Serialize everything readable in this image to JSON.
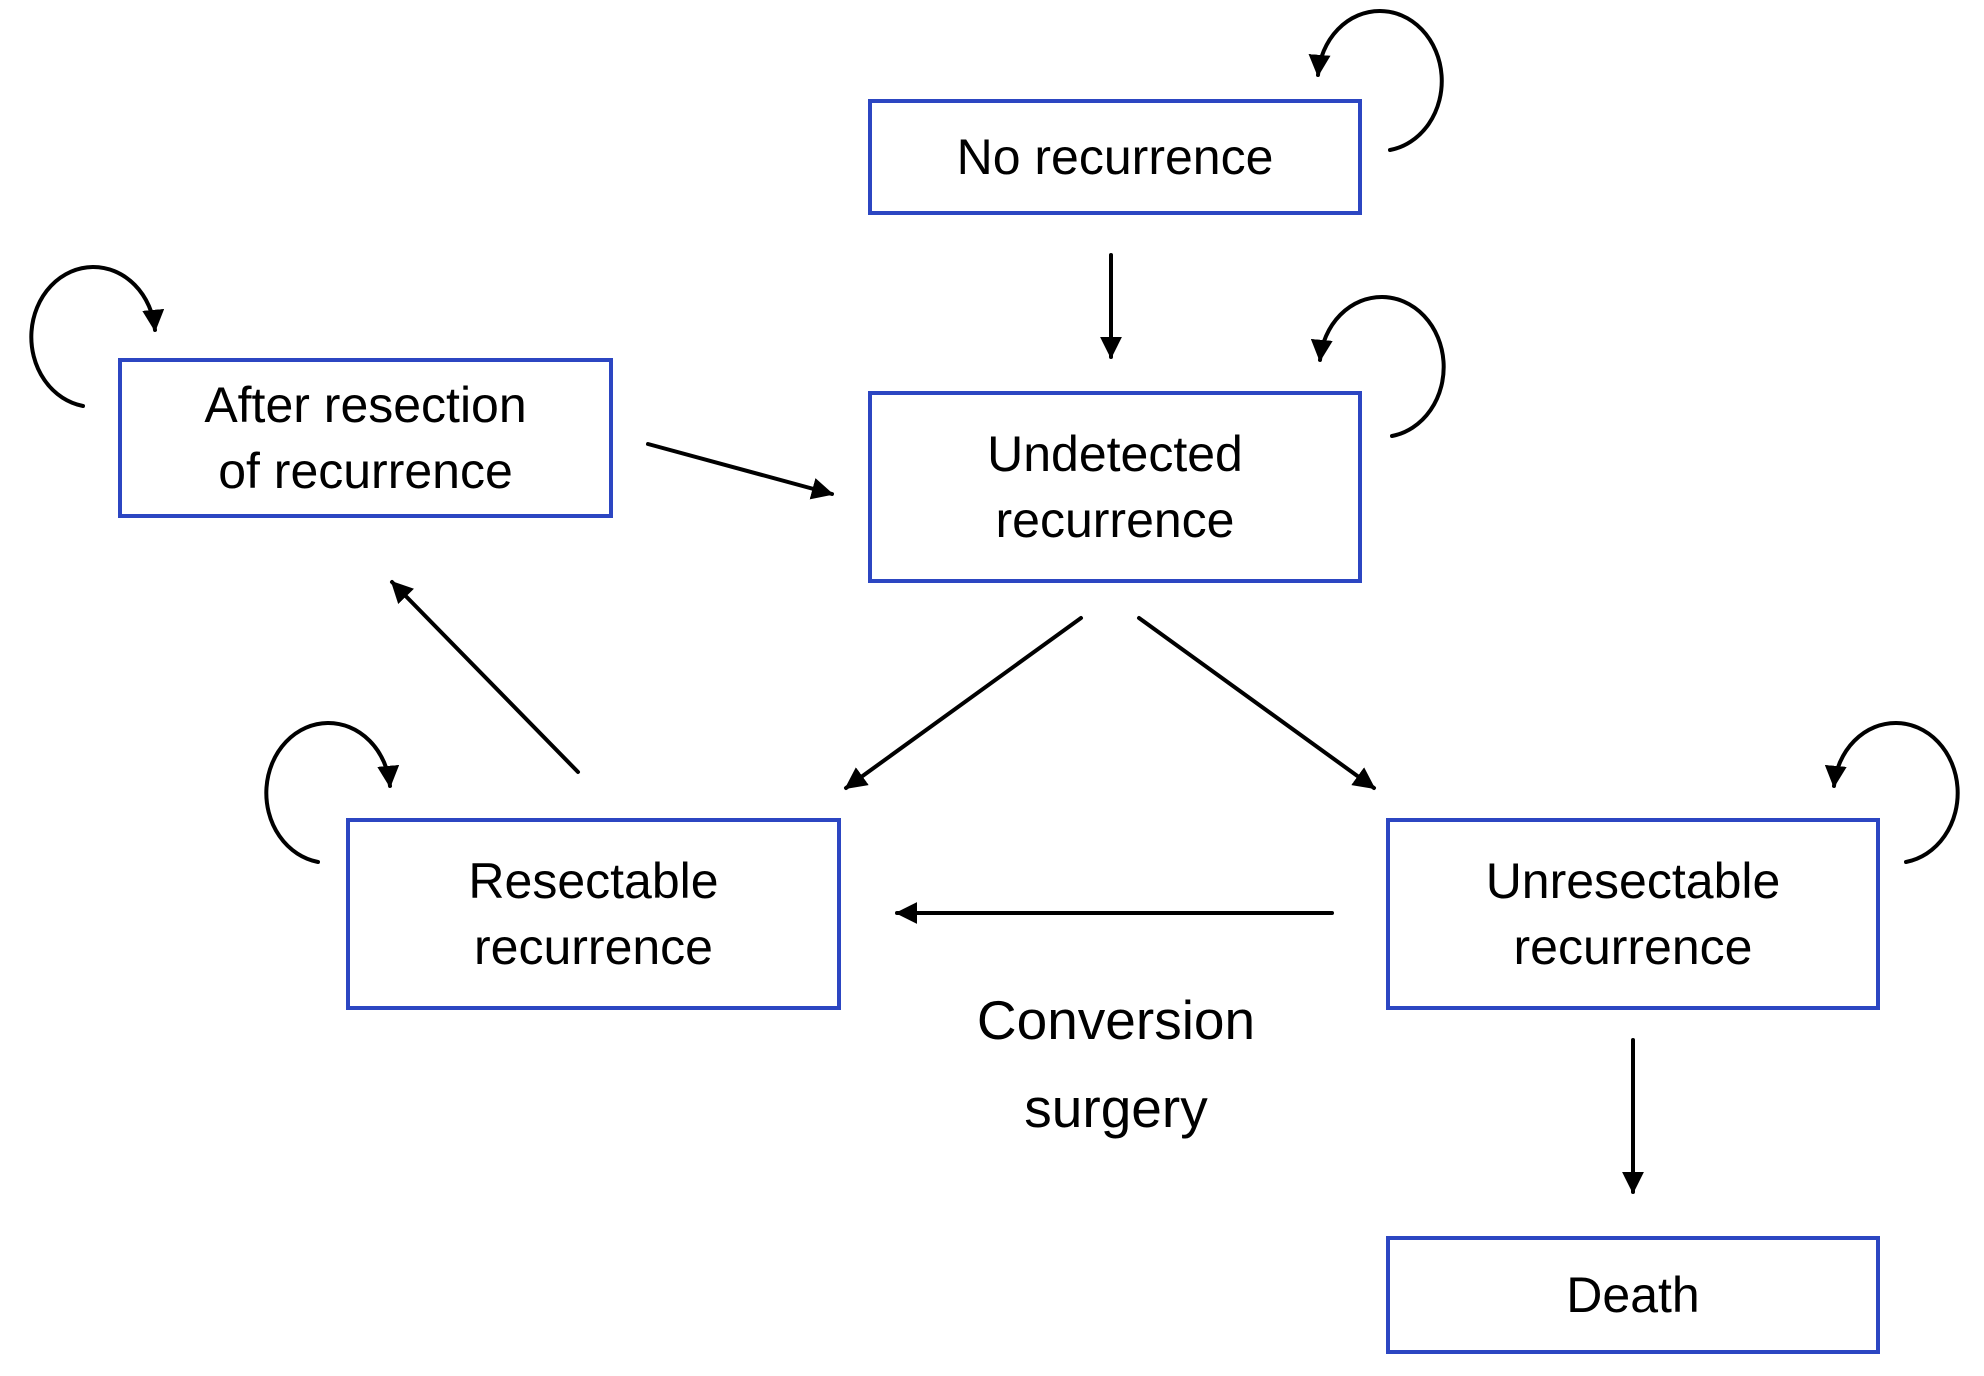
{
  "diagram": {
    "colors": {
      "box_border": "#2c46c2",
      "arrow": "#000000",
      "text": "#000000"
    },
    "states": {
      "no_recurrence": "No recurrence",
      "after_resection": "After resection\nof recurrence",
      "undetected": "Undetected\nrecurrence",
      "resectable": "Resectable\nrecurrence",
      "unresectable": "Unresectable\nrecurrence",
      "death": "Death"
    },
    "edge_labels": {
      "conversion_surgery": "Conversion\nsurgery"
    },
    "transitions": [
      {
        "from": "No recurrence",
        "to": "Undetected recurrence"
      },
      {
        "from": "After resection of recurrence",
        "to": "Undetected recurrence"
      },
      {
        "from": "Undetected recurrence",
        "to": "Resectable recurrence"
      },
      {
        "from": "Undetected recurrence",
        "to": "Unresectable recurrence"
      },
      {
        "from": "Resectable recurrence",
        "to": "After resection of recurrence"
      },
      {
        "from": "Unresectable recurrence",
        "to": "Resectable recurrence",
        "label": "Conversion surgery"
      },
      {
        "from": "Unresectable recurrence",
        "to": "Death"
      }
    ],
    "self_loops": [
      "No recurrence",
      "After resection of recurrence",
      "Undetected recurrence",
      "Resectable recurrence",
      "Unresectable recurrence"
    ]
  }
}
